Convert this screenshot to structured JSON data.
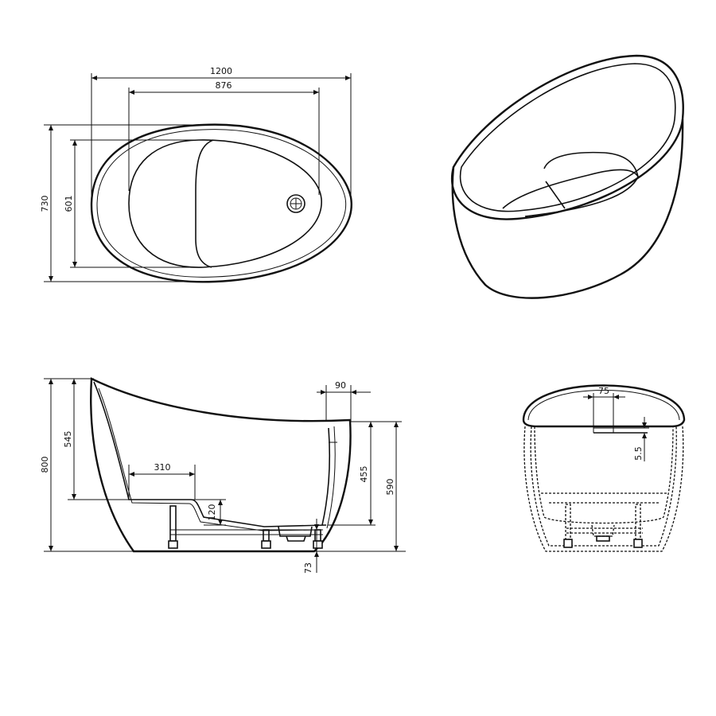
{
  "drawing": {
    "ink_color": "#111111",
    "background_color": "#ffffff"
  },
  "dimensions": {
    "top_length": "1200",
    "top_inner_length": "876",
    "top_width": "730",
    "top_inner_width": "601",
    "side_height": "800",
    "side_backrest_height": "545",
    "side_seat_length": "310",
    "side_seat_step": "120",
    "side_rim_width": "90",
    "side_inner_depth": "455",
    "side_front_height": "590",
    "side_feet_clearance": "73",
    "end_drain_width": "75",
    "end_drain_depth": "5.5"
  }
}
